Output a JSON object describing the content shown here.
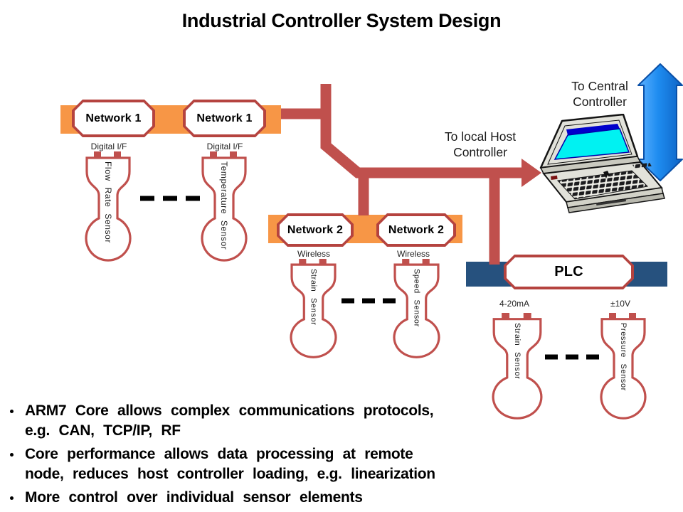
{
  "title": "Industrial Controller System Design",
  "diagram": {
    "network1_label_a": "Network 1",
    "network1_label_b": "Network 1",
    "network2_label_a": "Network 2",
    "network2_label_b": "Network 2",
    "plc_label": "PLC",
    "to_central_controller": "To Central Controller",
    "to_local_host_controller": "To local Host Controller",
    "digital_if_a": "Digital I/F",
    "digital_if_b": "Digital I/F",
    "wireless_a": "Wireless",
    "wireless_b": "Wireless",
    "current_loop_label": "4-20mA",
    "voltage_label": "±10V",
    "sensors": {
      "flow": "Flow Rate Sensor",
      "temperature": "Temperature Sensor",
      "strain_wireless": "Strain Sensor",
      "speed": "Speed Sensor",
      "strain_plc": "Strain Sensor",
      "pressure": "Pressure Sensor"
    }
  },
  "bullets": [
    {
      "lines": [
        "ARM7 Core allows complex communications protocols,",
        "e.g. CAN, TCP/IP, RF"
      ]
    },
    {
      "lines": [
        "Core performance allows data processing at remote",
        "node, reduces host controller loading, e.g. linearization"
      ]
    },
    {
      "lines": [
        "More control over individual sensor elements"
      ]
    }
  ],
  "colors": {
    "bus_red": "#C0504D",
    "node_border_red": "#B5433F",
    "network_bar_orange": "#F79646",
    "plc_bar_navy": "#26517E",
    "arrow_blue": "#1E8CF0",
    "laptop_screen_cyan": "#00F2F2"
  }
}
